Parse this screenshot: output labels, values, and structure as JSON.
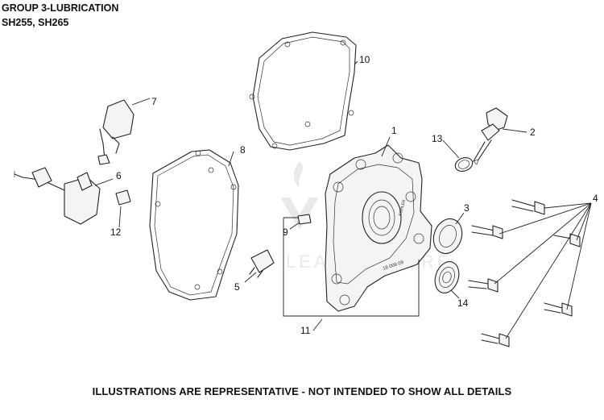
{
  "header": {
    "group_title": "GROUP 3-LUBRICATION",
    "models": "SH255, SH265"
  },
  "footer_note": "ILLUSTRATIONS ARE REPRESENTATIVE - NOT INTENDED TO SHOW ALL DETAILS",
  "watermark": "LEADVENTURE",
  "callouts": {
    "c1": "1",
    "c2": "2",
    "c3": "3",
    "c4": "4",
    "c5": "5",
    "c6": "6",
    "c7": "7",
    "c8": "8",
    "c9": "9",
    "c10": "10",
    "c11": "11",
    "c12": "12",
    "c13": "13",
    "c14": "14"
  },
  "cover_mark": "18 009 09",
  "brand_mark": "KOHLER"
}
